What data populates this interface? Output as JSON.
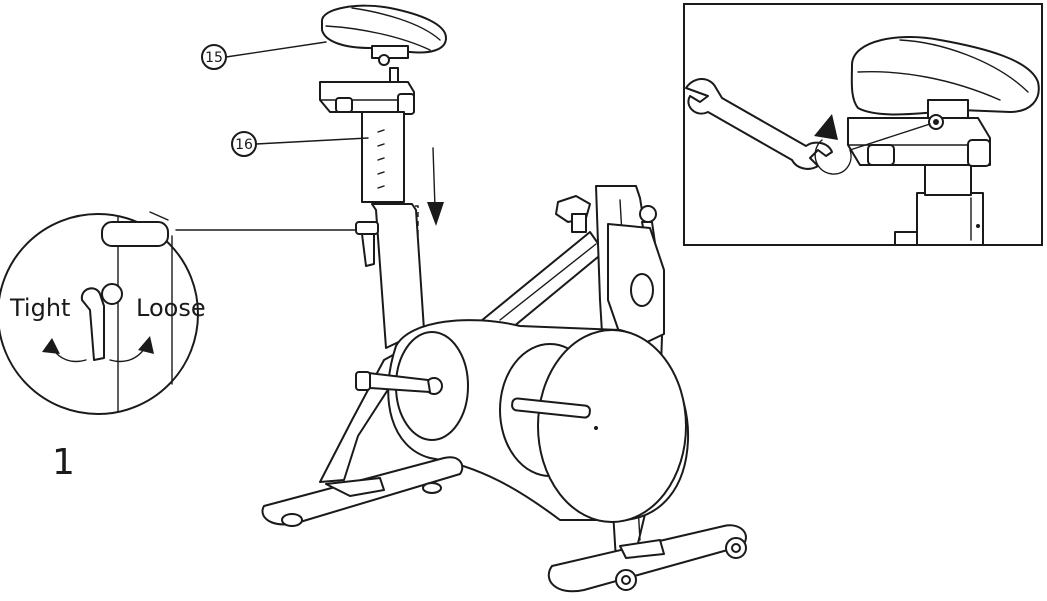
{
  "callouts": {
    "seat": "15",
    "seat_post": "16"
  },
  "detail": {
    "tight_label": "Tight",
    "loose_label": "Loose"
  },
  "step_number": "1"
}
